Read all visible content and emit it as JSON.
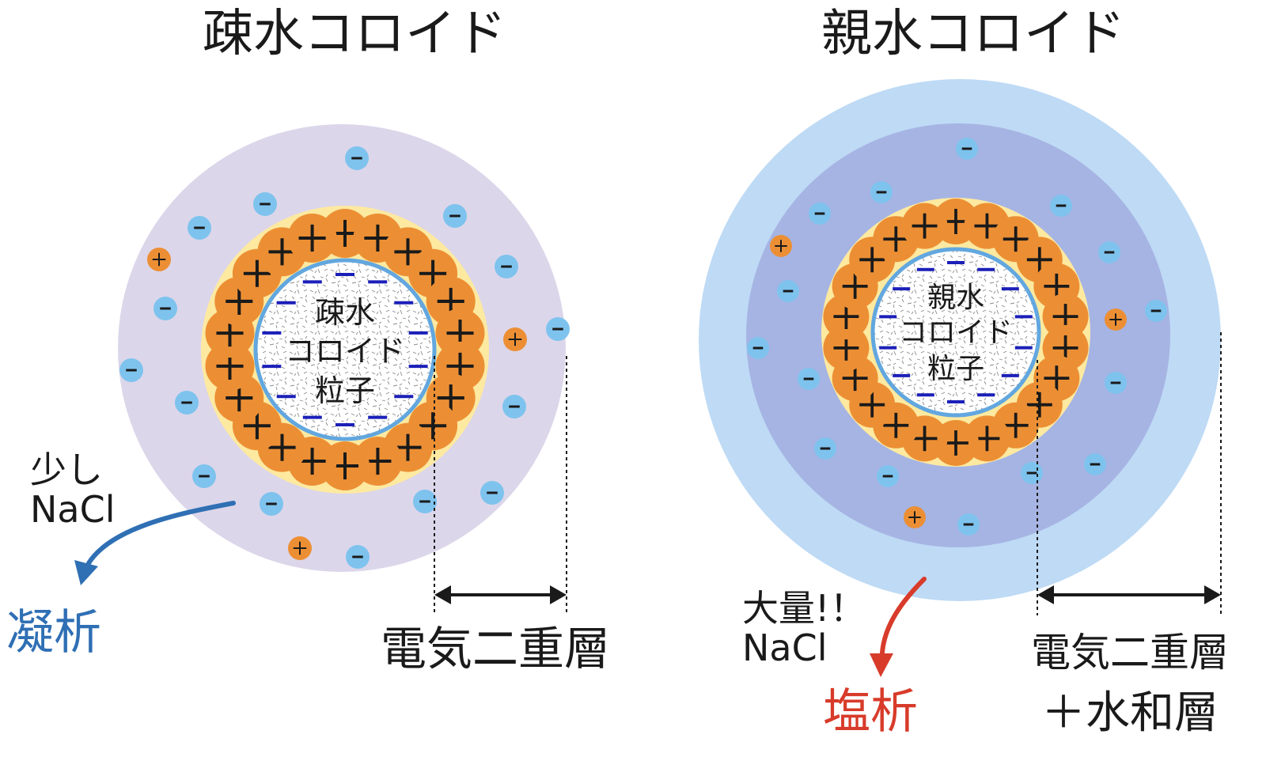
{
  "colors": {
    "background": "#ffffff",
    "hydrophobic_outer": "#dcd6ea",
    "hydrophilic_outer": "#bedaf5",
    "hydrophilic_inner": "#a6b4e3",
    "glow": "#fde9a0",
    "cation": "#ec8f34",
    "anion": "#7ec3ee",
    "core_ring": "#62a7df",
    "surface_charge": "#1b1fb8",
    "coagulation": "#2f6fb4",
    "salting_out": "#d83b2a",
    "text": "#1a1a1a"
  },
  "hydrophobic": {
    "title": "疎水コロイド",
    "core_label": [
      "疎水",
      "コロイド",
      "粒子"
    ],
    "salt_label": [
      "少し",
      "NaCl"
    ],
    "result_label": "凝析",
    "layer_label": [
      "電気二重層"
    ]
  },
  "hydrophilic": {
    "title": "親水コロイド",
    "core_label": [
      "親水",
      "コロイド",
      "粒子"
    ],
    "salt_label": [
      "大量!！",
      "NaCl"
    ],
    "result_label": "塩析",
    "layer_label": [
      "電気二重層",
      "＋水和層"
    ]
  },
  "icons": {
    "cation": "plus-ion-icon",
    "anion": "minus-ion-icon",
    "arrow": "curved-arrow-icon",
    "dimension": "double-arrow-icon"
  }
}
